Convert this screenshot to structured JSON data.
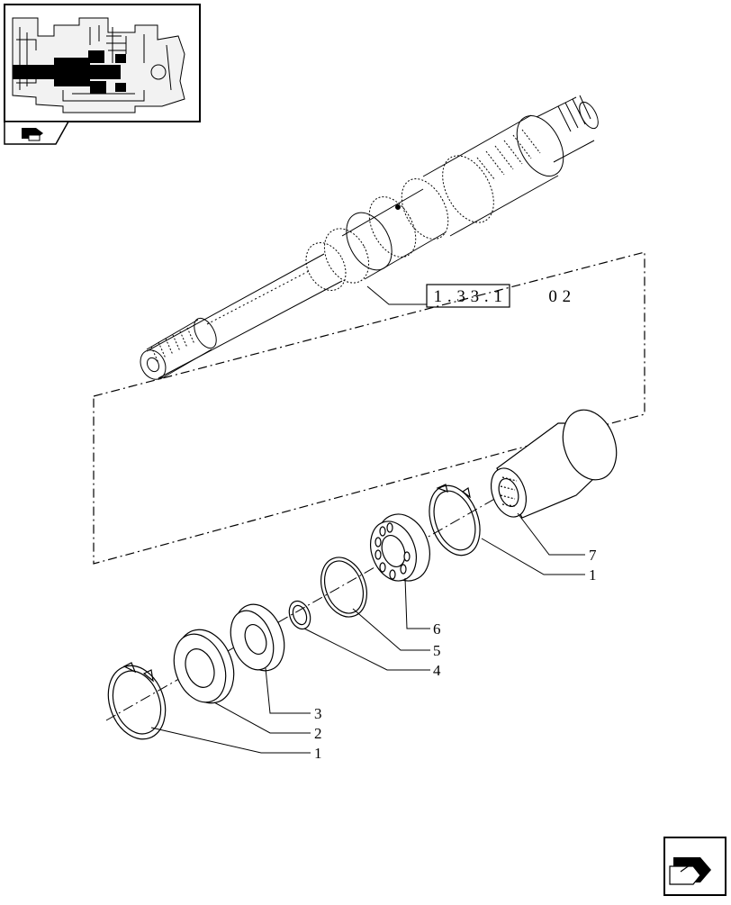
{
  "thumbnail": {
    "icon": "transmission-cutaway-thumbnail"
  },
  "navigation": {
    "back_icon": "section-back-icon",
    "next_icon": "next-page-arrow-icon"
  },
  "reference": {
    "box_text": "1 . 3 3 . 1",
    "suffix": "0 2"
  },
  "parts": [
    {
      "number": "1"
    },
    {
      "number": "2"
    },
    {
      "number": "3"
    },
    {
      "number": "4"
    },
    {
      "number": "5"
    },
    {
      "number": "6"
    },
    {
      "number": "1"
    },
    {
      "number": "7"
    }
  ]
}
